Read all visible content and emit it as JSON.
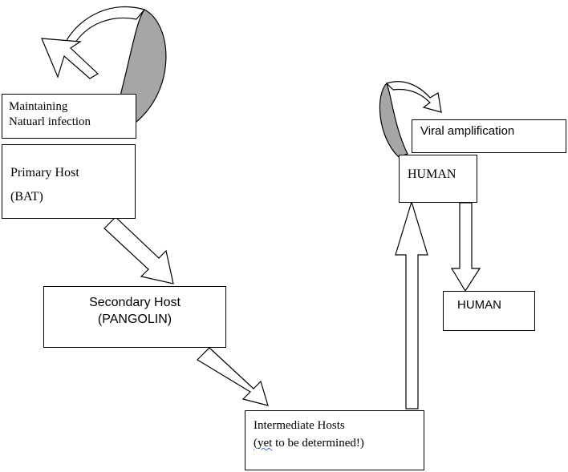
{
  "boxes": {
    "maintaining": {
      "line1": "Maintaining",
      "line2": "Natuarl infection"
    },
    "primary": {
      "line1": "Primary Host",
      "line2": "(BAT)"
    },
    "secondary": {
      "line1": "Secondary Host",
      "line2": "(PANGOLIN)"
    },
    "intermediate": {
      "line1_prefix": "Intermediate Hosts",
      "line2_squiggle": "(yet",
      "line2_rest": " to be determined!)"
    },
    "viral": {
      "label": "Viral amplification"
    },
    "human_top": {
      "label": "HUMAN"
    },
    "human_bottom": {
      "label": "HUMAN"
    }
  },
  "colors": {
    "curl_fill": "#a6a6a6",
    "stroke": "#000000",
    "spellcheck_underline": "#3a6fd1"
  }
}
